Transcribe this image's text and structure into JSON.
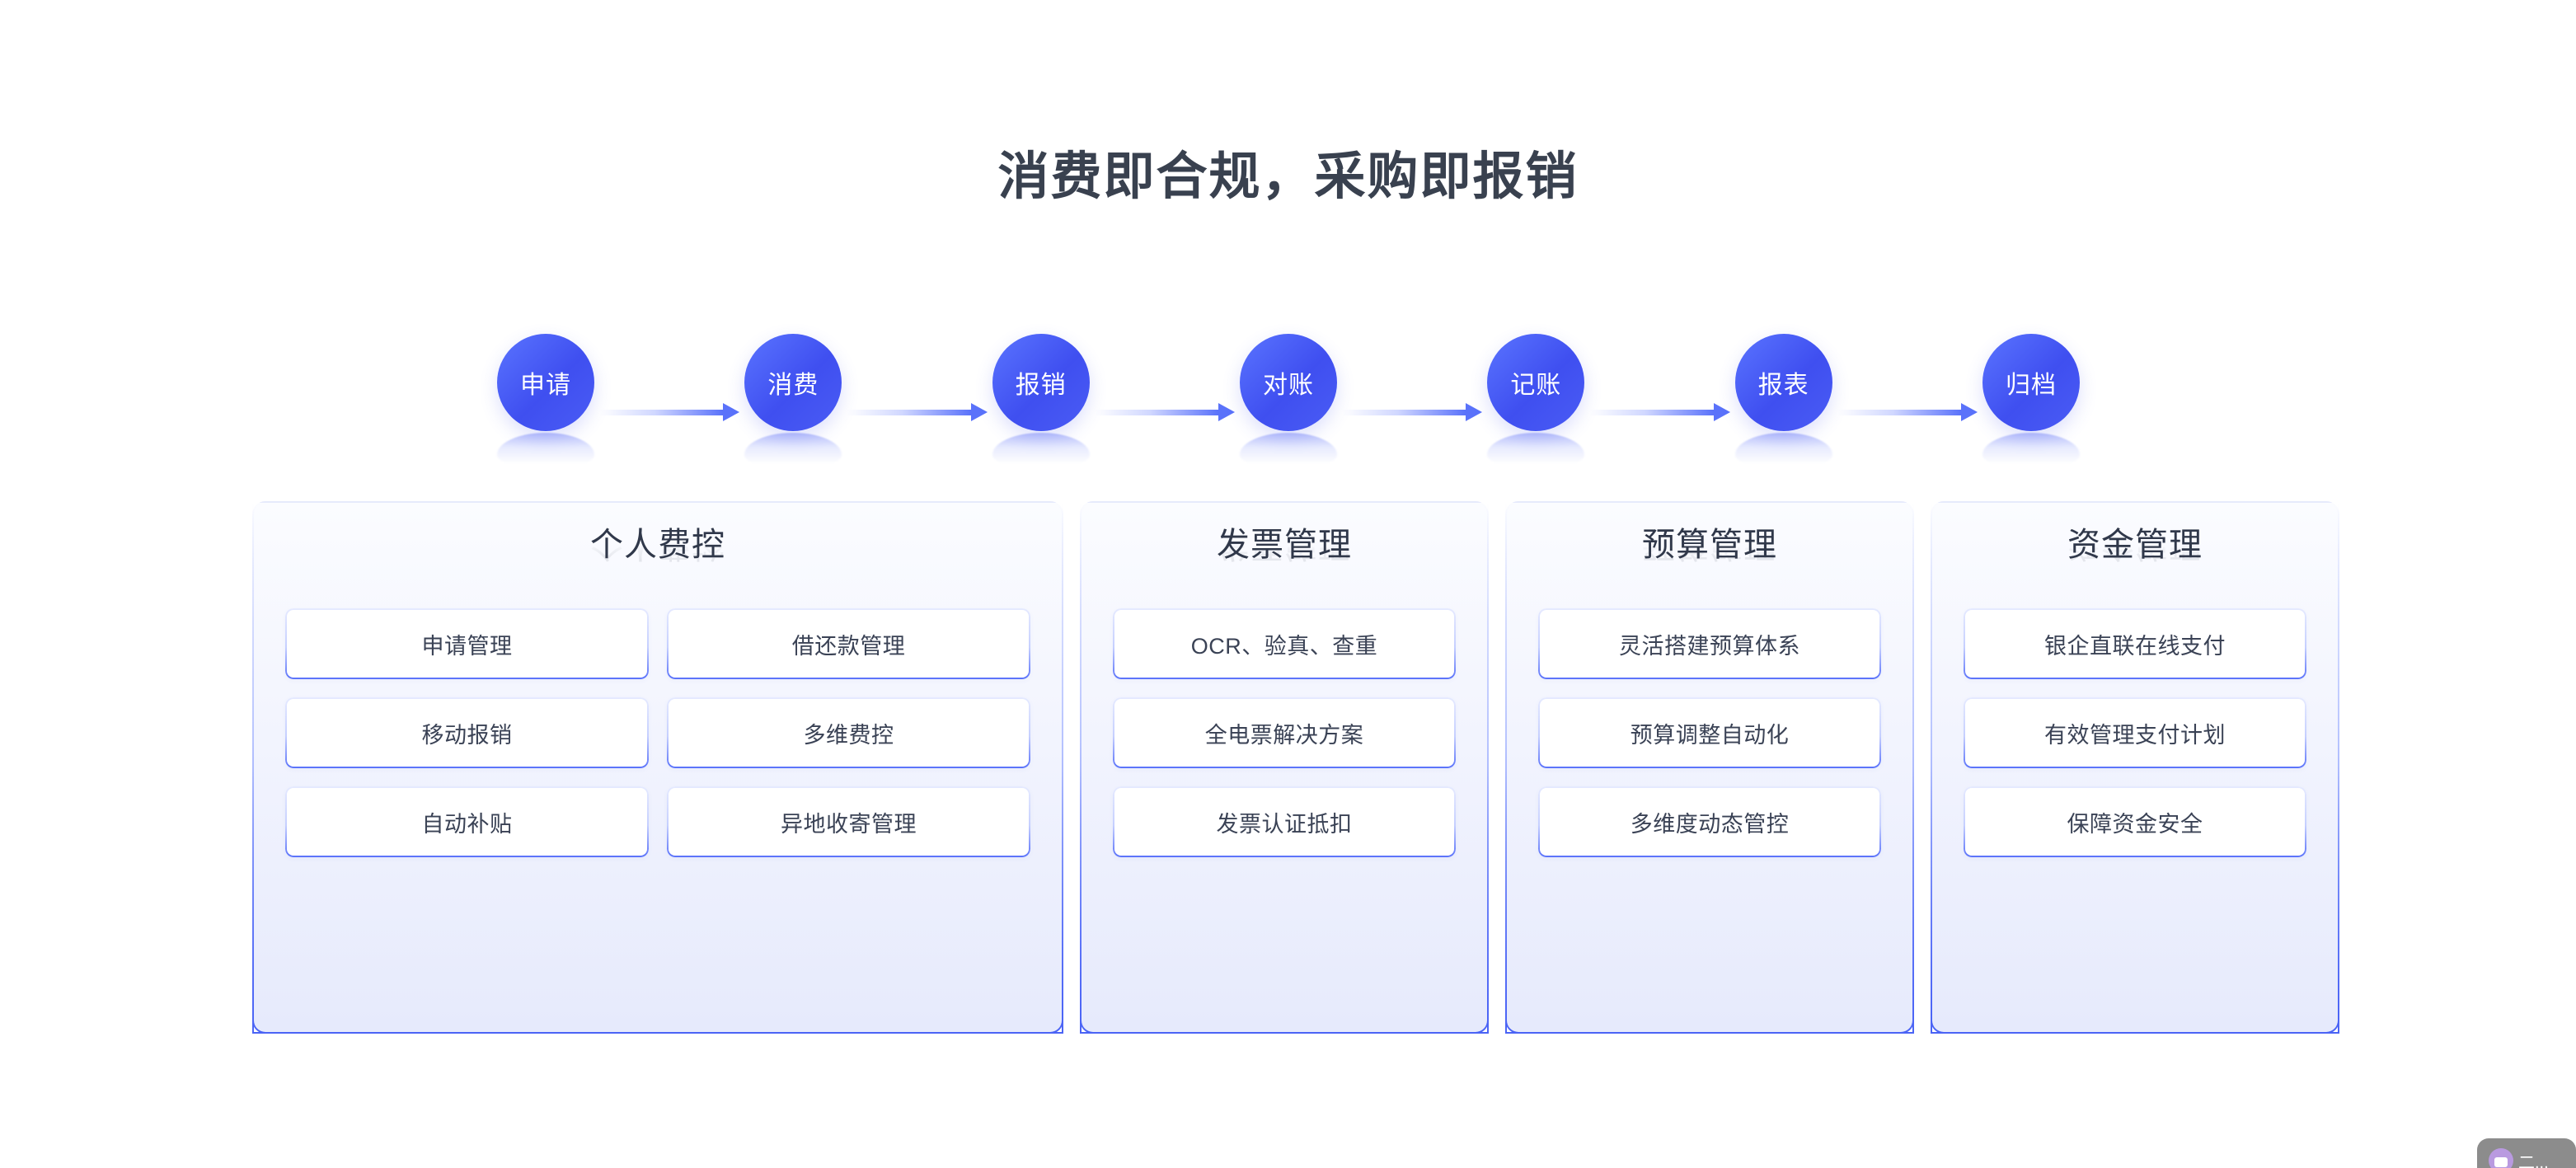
{
  "page": {
    "title": "消费即合规，采购即报销",
    "background_color": "#ffffff",
    "accent_color": "#4a5cf5",
    "title_color": "#39414f"
  },
  "flow": {
    "nodes": [
      {
        "label": "申请"
      },
      {
        "label": "消费"
      },
      {
        "label": "报销"
      },
      {
        "label": "对账"
      },
      {
        "label": "记账"
      },
      {
        "label": "报表"
      },
      {
        "label": "归档"
      }
    ]
  },
  "panels": [
    {
      "title": "个人费控",
      "columns": 2,
      "items": [
        "申请管理",
        "借还款管理",
        "移动报销",
        "多维费控",
        "自动补贴",
        "异地收寄管理"
      ]
    },
    {
      "title": "发票管理",
      "columns": 1,
      "items": [
        "OCR、验真、查重",
        "全电票解决方案",
        "发票认证抵扣"
      ]
    },
    {
      "title": "预算管理",
      "columns": 1,
      "items": [
        "灵活搭建预算体系",
        "预算调整自动化",
        "多维度动态管控"
      ]
    },
    {
      "title": "资金管理",
      "columns": 1,
      "items": [
        "银企直联在线支付",
        "有效管理支付计划",
        "保障资金安全"
      ]
    }
  ],
  "corner_widget": {
    "label": "二..."
  }
}
